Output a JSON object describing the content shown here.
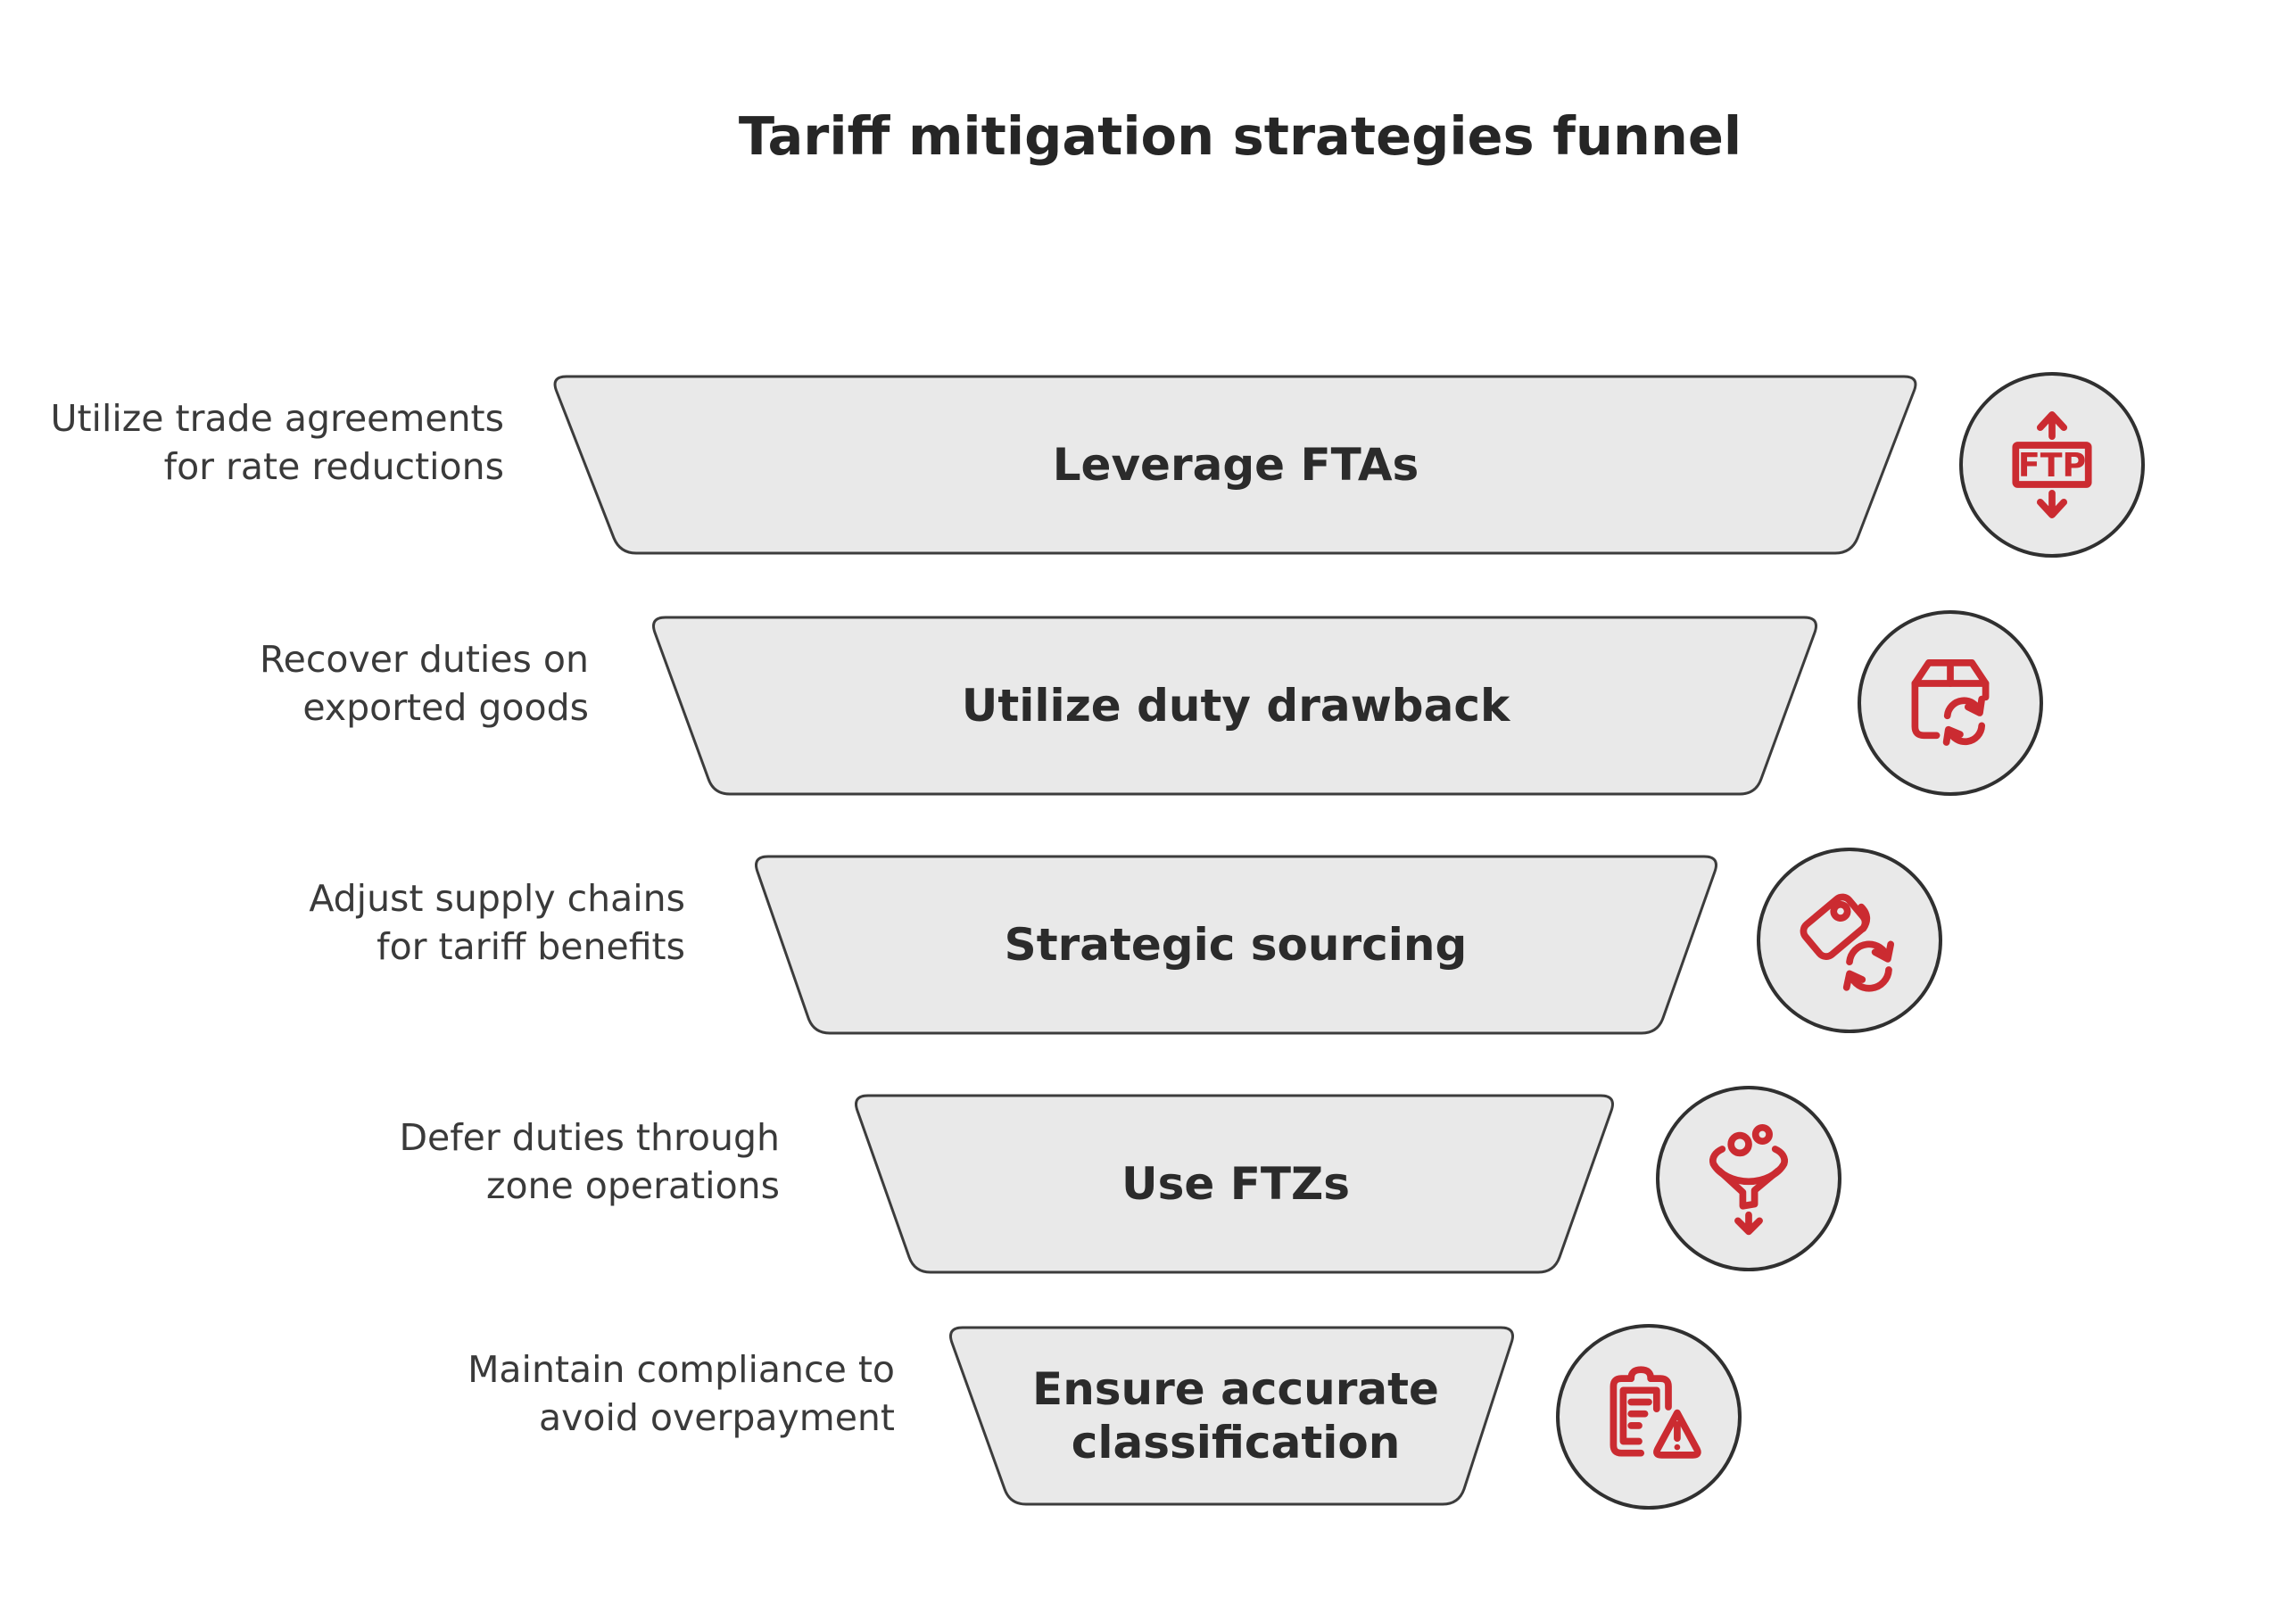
{
  "title": "Tariff mitigation strategies funnel",
  "colors": {
    "accent_red": "#cb2b31",
    "shape_fill": "#e9e9e9",
    "shape_border": "#3c3c3c",
    "text_dark": "#262626",
    "label_gray": "#3a3a3a",
    "background": "#ffffff"
  },
  "icon_text": {
    "ftp": "FTP"
  },
  "funnel": {
    "levels": [
      {
        "label": "Leverage FTAs",
        "description": "Utilize trade agreements\nfor rate reductions",
        "icon": "ftp-rate-icon"
      },
      {
        "label": "Utilize duty drawback",
        "description": "Recover duties on\nexported goods",
        "icon": "package-recycle-icon"
      },
      {
        "label": "Strategic sourcing",
        "description": "Adjust supply chains\nfor tariff benefits",
        "icon": "tag-refresh-icon"
      },
      {
        "label": "Use FTZs",
        "description": "Defer duties through\nzone operations",
        "icon": "filter-funnel-icon"
      },
      {
        "label": "Ensure accurate\nclassification",
        "description": "Maintain compliance to\navoid overpayment",
        "icon": "clipboard-alert-icon"
      }
    ]
  }
}
